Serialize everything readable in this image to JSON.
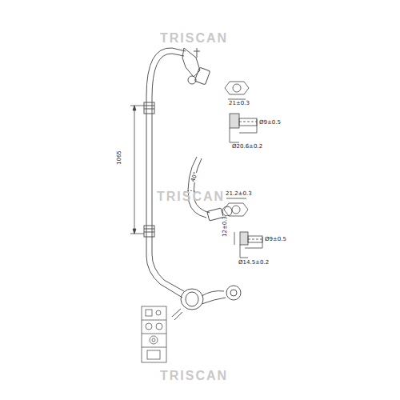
{
  "diagram": {
    "labels": [
      "TRISCAN",
      "21±0.3",
      "Ø9±0.5",
      "Ø20.6±0.2",
      "1065",
      "40°",
      "TRISCAN",
      "21.2±0.3",
      "Ø9±0.5",
      "Ø14.5±0.2",
      "12±0.3",
      "TRISCAN"
    ]
  }
}
